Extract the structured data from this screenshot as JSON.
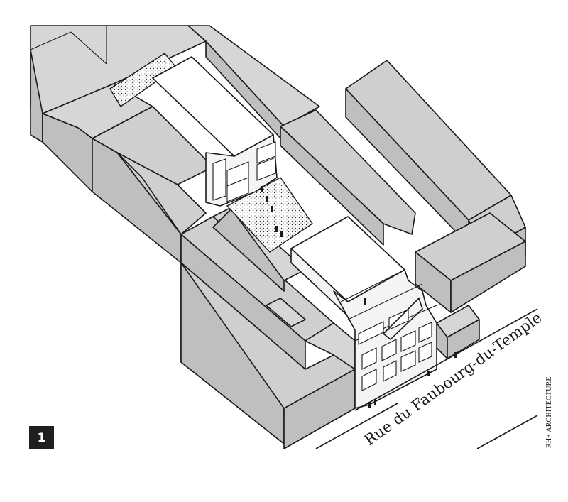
{
  "figure_number": "1",
  "street_name": "Rue du Faubourg-du-Temple",
  "credit": "RH+ ARCHITECTURE",
  "colors": {
    "existing_buildings": "#d6d6d6",
    "new_buildings": "#ffffff",
    "ink": "#1a1a1a",
    "badge": "#1f1f1f"
  }
}
